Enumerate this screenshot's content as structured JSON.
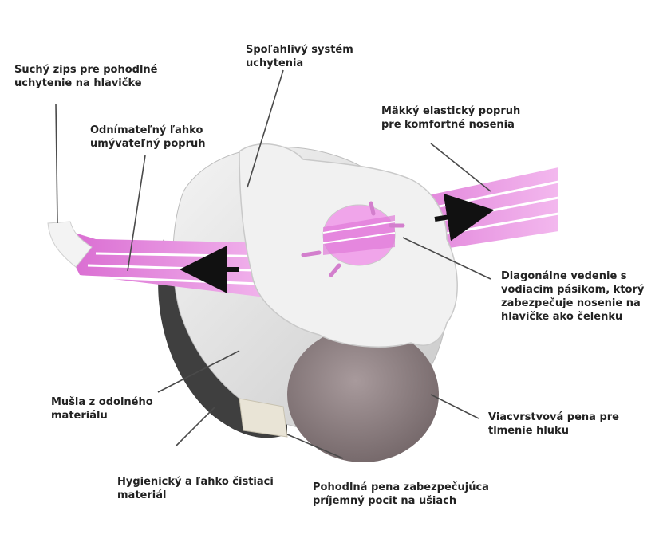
{
  "labels": {
    "velcro": {
      "line1": "Suchý zips pre pohodlné",
      "line2": "uchytenie na hlavičke"
    },
    "removable_strap": {
      "line1": "Odnímateľný ľahko",
      "line2": "umývateľný popruh"
    },
    "attachment_system": {
      "line1": "Spoľahlivý systém",
      "line2": "uchytenia"
    },
    "elastic_strap": {
      "line1": "Mäkký elastický popruh",
      "line2": "pre komfortné nosenia"
    },
    "diagonal_guide": {
      "line1": "Diagonálne vedenie s",
      "line2": "vodiacim pásikom, ktorý",
      "line3": "zabezpečuje nosenie na",
      "line4": "hlavičke ako čelenku"
    },
    "shell": {
      "line1": "Mušla z odolného",
      "line2": "materiálu"
    },
    "multilayer_foam": {
      "line1": "Viacvrstvová pena pre",
      "line2": "tlmenie hluku"
    },
    "hygienic_material": {
      "line1": "Hygienický a ľahko čistiaci",
      "line2": "materiál"
    },
    "comfort_foam": {
      "line1": "Pohodlná pena zabezpečujúca",
      "line2": "príjemný pocit na ušiach"
    }
  },
  "colors": {
    "strap_pink": "#e58be0",
    "strap_stripe": "#ffffff",
    "shell_light": "#ececec",
    "shell_mid": "#d3d3d3",
    "shell_dark": "#3f3f3f",
    "foam": "#8e7f82",
    "leader": "#4a4a4a"
  }
}
